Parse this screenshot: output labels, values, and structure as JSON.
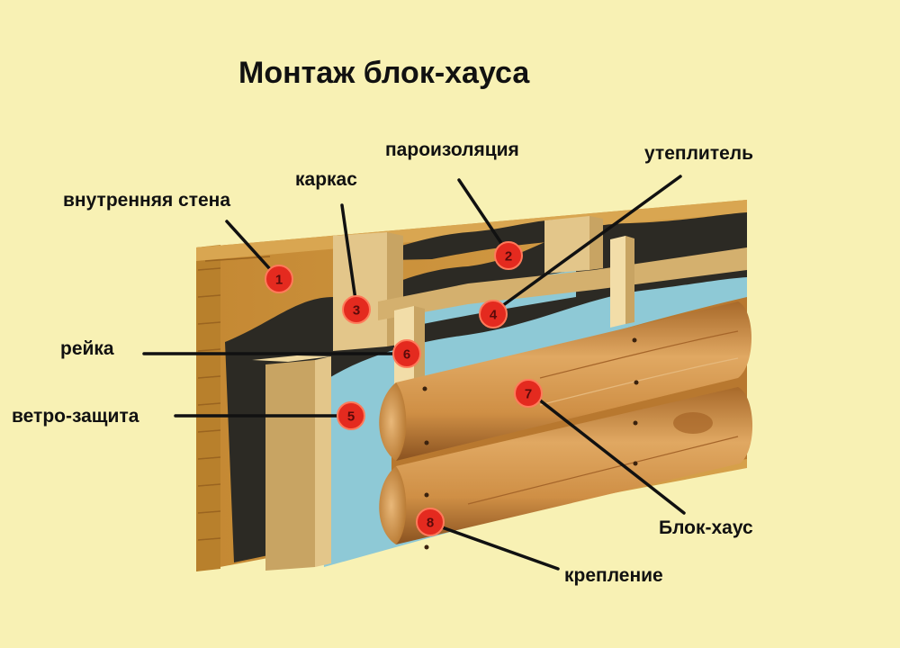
{
  "title": "Монтаж блок-хауса",
  "labels": {
    "inner_wall": "внутренняя стена",
    "frame": "каркас",
    "vapor_barrier": "пароизоляция",
    "insulation": "утеплитель",
    "batten": "рейка",
    "wind_barrier": "ветро-защита",
    "block_house": "Блок-хаус",
    "fastening": "крепление"
  },
  "markers": [
    "1",
    "2",
    "3",
    "4",
    "5",
    "6",
    "7",
    "8"
  ],
  "colors": {
    "background": "#f8f1b4",
    "wood": "#c9923a",
    "insulation": "#8ec9d6",
    "vapor": "#2c2a24",
    "frame": "#e3c68a",
    "marker": "#e42a1f"
  }
}
